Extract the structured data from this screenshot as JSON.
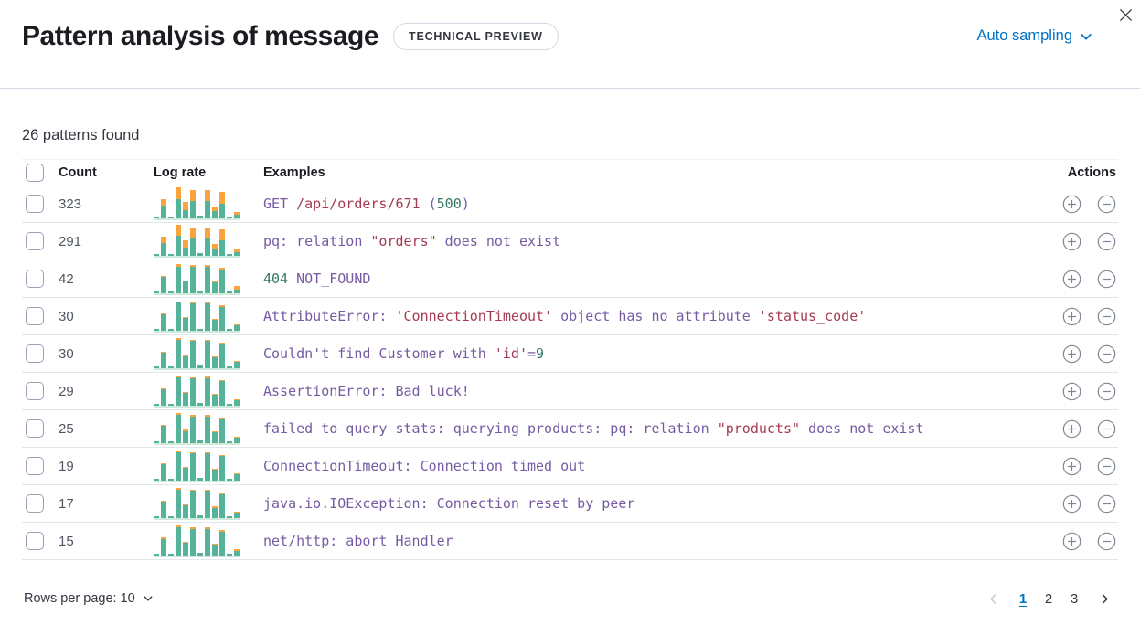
{
  "header": {
    "title": "Pattern analysis of message",
    "badge": "TECHNICAL PREVIEW",
    "sampling_label": "Auto sampling"
  },
  "summary": {
    "found_text": "26 patterns found"
  },
  "colors": {
    "accent_blue": "#0071c2",
    "spark_green": "#54b399",
    "spark_orange": "#f9a43f",
    "code_purple": "#765ba4",
    "code_red": "#a63a50",
    "code_green": "#337a63"
  },
  "table": {
    "columns": {
      "count": "Count",
      "log_rate": "Log rate",
      "examples": "Examples",
      "actions": "Actions"
    },
    "icons": {
      "add": "plus-in-circle-icon",
      "remove": "minus-in-circle-icon"
    },
    "rows": [
      {
        "count": "323",
        "spark": [
          [
            2,
            0
          ],
          [
            21,
            7
          ],
          [
            2,
            0
          ],
          [
            34,
            13
          ],
          [
            18,
            9
          ],
          [
            31,
            12
          ],
          [
            3,
            0
          ],
          [
            31,
            12
          ],
          [
            13,
            5
          ],
          [
            29,
            13
          ],
          [
            2,
            0
          ],
          [
            7,
            3
          ]
        ],
        "tokens": [
          [
            "GET ",
            "p"
          ],
          [
            "/api/orders/671",
            "r"
          ],
          [
            " (",
            "p"
          ],
          [
            "500",
            "g"
          ],
          [
            ")",
            "p"
          ]
        ]
      },
      {
        "count": "291",
        "spark": [
          [
            2,
            0
          ],
          [
            21,
            7
          ],
          [
            2,
            0
          ],
          [
            34,
            12
          ],
          [
            17,
            8
          ],
          [
            31,
            12
          ],
          [
            3,
            0
          ],
          [
            31,
            12
          ],
          [
            13,
            5
          ],
          [
            29,
            12
          ],
          [
            2,
            0
          ],
          [
            7,
            3
          ]
        ],
        "tokens": [
          [
            "pq: relation ",
            "p"
          ],
          [
            "\"orders\"",
            "r"
          ],
          [
            " does not exist",
            "p"
          ]
        ]
      },
      {
        "count": "42",
        "spark": [
          [
            2,
            0
          ],
          [
            19,
            1
          ],
          [
            2,
            0
          ],
          [
            32,
            3
          ],
          [
            14,
            1
          ],
          [
            31,
            2
          ],
          [
            3,
            0
          ],
          [
            31,
            2
          ],
          [
            13,
            1
          ],
          [
            28,
            3
          ],
          [
            2,
            0
          ],
          [
            8,
            4
          ]
        ],
        "tokens": [
          [
            "404",
            "g"
          ],
          [
            " NOT_FOUND",
            "p"
          ]
        ]
      },
      {
        "count": "30",
        "spark": [
          [
            2,
            0
          ],
          [
            19,
            1
          ],
          [
            2,
            0
          ],
          [
            32,
            1
          ],
          [
            15,
            1
          ],
          [
            31,
            1
          ],
          [
            2,
            0
          ],
          [
            31,
            1
          ],
          [
            13,
            1
          ],
          [
            28,
            2
          ],
          [
            2,
            0
          ],
          [
            7,
            1
          ]
        ],
        "tokens": [
          [
            "AttributeError: ",
            "p"
          ],
          [
            "'ConnectionTimeout'",
            "r"
          ],
          [
            " object has no attribute ",
            "p"
          ],
          [
            "'status_code'",
            "r"
          ]
        ]
      },
      {
        "count": "30",
        "spark": [
          [
            2,
            0
          ],
          [
            18,
            1
          ],
          [
            2,
            0
          ],
          [
            33,
            2
          ],
          [
            14,
            1
          ],
          [
            31,
            1
          ],
          [
            3,
            0
          ],
          [
            31,
            1
          ],
          [
            13,
            1
          ],
          [
            28,
            1
          ],
          [
            2,
            0
          ],
          [
            8,
            1
          ]
        ],
        "tokens": [
          [
            "Couldn't find Customer with ",
            "p"
          ],
          [
            "'id'",
            "r"
          ],
          [
            "=",
            "p"
          ],
          [
            "9",
            "g"
          ]
        ]
      },
      {
        "count": "29",
        "spark": [
          [
            2,
            0
          ],
          [
            19,
            1
          ],
          [
            2,
            0
          ],
          [
            33,
            2
          ],
          [
            15,
            1
          ],
          [
            31,
            1
          ],
          [
            3,
            0
          ],
          [
            32,
            2
          ],
          [
            13,
            1
          ],
          [
            28,
            1
          ],
          [
            2,
            0
          ],
          [
            7,
            1
          ]
        ],
        "tokens": [
          [
            "AssertionError: Bad luck!",
            "p"
          ]
        ]
      },
      {
        "count": "25",
        "spark": [
          [
            2,
            0
          ],
          [
            20,
            1
          ],
          [
            2,
            0
          ],
          [
            33,
            2
          ],
          [
            15,
            2
          ],
          [
            31,
            2
          ],
          [
            3,
            0
          ],
          [
            31,
            2
          ],
          [
            13,
            1
          ],
          [
            28,
            2
          ],
          [
            2,
            0
          ],
          [
            7,
            1
          ]
        ],
        "tokens": [
          [
            "failed to query stats: querying products: pq: relation ",
            "p"
          ],
          [
            "\"products\"",
            "r"
          ],
          [
            " does not exist",
            "p"
          ]
        ]
      },
      {
        "count": "19",
        "spark": [
          [
            2,
            0
          ],
          [
            19,
            1
          ],
          [
            2,
            0
          ],
          [
            32,
            1
          ],
          [
            15,
            1
          ],
          [
            31,
            1
          ],
          [
            3,
            0
          ],
          [
            31,
            1
          ],
          [
            13,
            1
          ],
          [
            28,
            1
          ],
          [
            2,
            0
          ],
          [
            8,
            1
          ]
        ],
        "tokens": [
          [
            "ConnectionTimeout: Connection timed out",
            "p"
          ]
        ]
      },
      {
        "count": "17",
        "spark": [
          [
            2,
            0
          ],
          [
            19,
            1
          ],
          [
            2,
            0
          ],
          [
            33,
            2
          ],
          [
            15,
            1
          ],
          [
            31,
            1
          ],
          [
            3,
            0
          ],
          [
            31,
            1
          ],
          [
            13,
            2
          ],
          [
            28,
            2
          ],
          [
            2,
            0
          ],
          [
            7,
            1
          ]
        ],
        "tokens": [
          [
            "java.io.IOException: Connection reset by peer",
            "p"
          ]
        ]
      },
      {
        "count": "15",
        "spark": [
          [
            2,
            0
          ],
          [
            20,
            2
          ],
          [
            2,
            0
          ],
          [
            33,
            2
          ],
          [
            15,
            1
          ],
          [
            31,
            2
          ],
          [
            3,
            0
          ],
          [
            31,
            2
          ],
          [
            13,
            1
          ],
          [
            28,
            2
          ],
          [
            2,
            0
          ],
          [
            7,
            2
          ]
        ],
        "tokens": [
          [
            "net/http: abort Handler",
            "p"
          ]
        ]
      }
    ]
  },
  "footer": {
    "rows_per_page_label": "Rows per page: 10",
    "pages": [
      "1",
      "2",
      "3"
    ],
    "active_page": "1"
  }
}
